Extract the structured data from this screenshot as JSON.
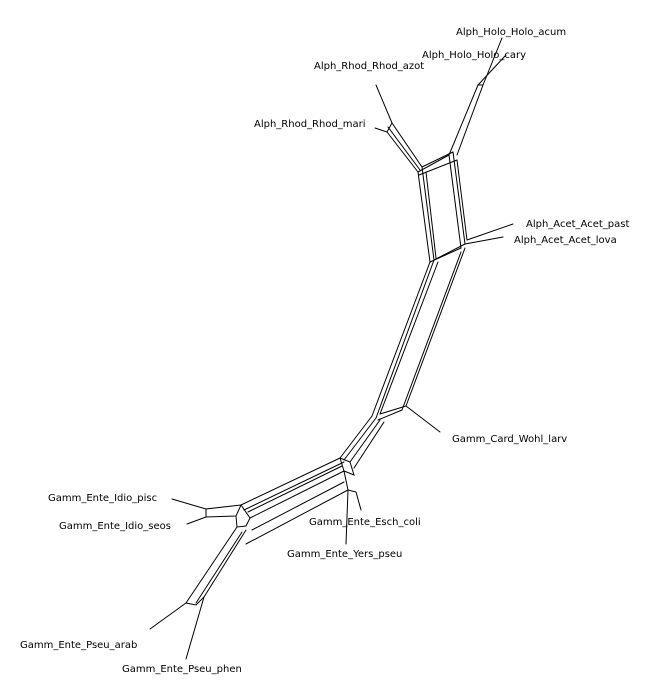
{
  "diagram_type": "phylogenetic split network",
  "taxa": [
    {
      "id": "alph_holo_acum",
      "label": "Alph_Holo_Holo_acum"
    },
    {
      "id": "alph_holo_cary",
      "label": "Alph_Holo_Holo_cary"
    },
    {
      "id": "alph_rhod_azot",
      "label": "Alph_Rhod_Rhod_azot"
    },
    {
      "id": "alph_rhod_mari",
      "label": "Alph_Rhod_Rhod_mari"
    },
    {
      "id": "alph_acet_past",
      "label": "Alph_Acet_Acet_past"
    },
    {
      "id": "alph_acet_lova",
      "label": "Alph_Acet_Acet_lova"
    },
    {
      "id": "gamm_card_wohl",
      "label": "Gamm_Card_Wohl_larv"
    },
    {
      "id": "gamm_idio_pisc",
      "label": "Gamm_Ente_Idio_pisc"
    },
    {
      "id": "gamm_idio_seos",
      "label": "Gamm_Ente_Idio_seos"
    },
    {
      "id": "gamm_esch_coli",
      "label": "Gamm_Ente_Esch_coli"
    },
    {
      "id": "gamm_yers_pseu",
      "label": "Gamm_Ente_Yers_pseu"
    },
    {
      "id": "gamm_pseu_arab",
      "label": "Gamm_Ente_Pseu_arab"
    },
    {
      "id": "gamm_pseu_phen",
      "label": "Gamm_Ente_Pseu_phen"
    }
  ],
  "line_color": "#000000"
}
